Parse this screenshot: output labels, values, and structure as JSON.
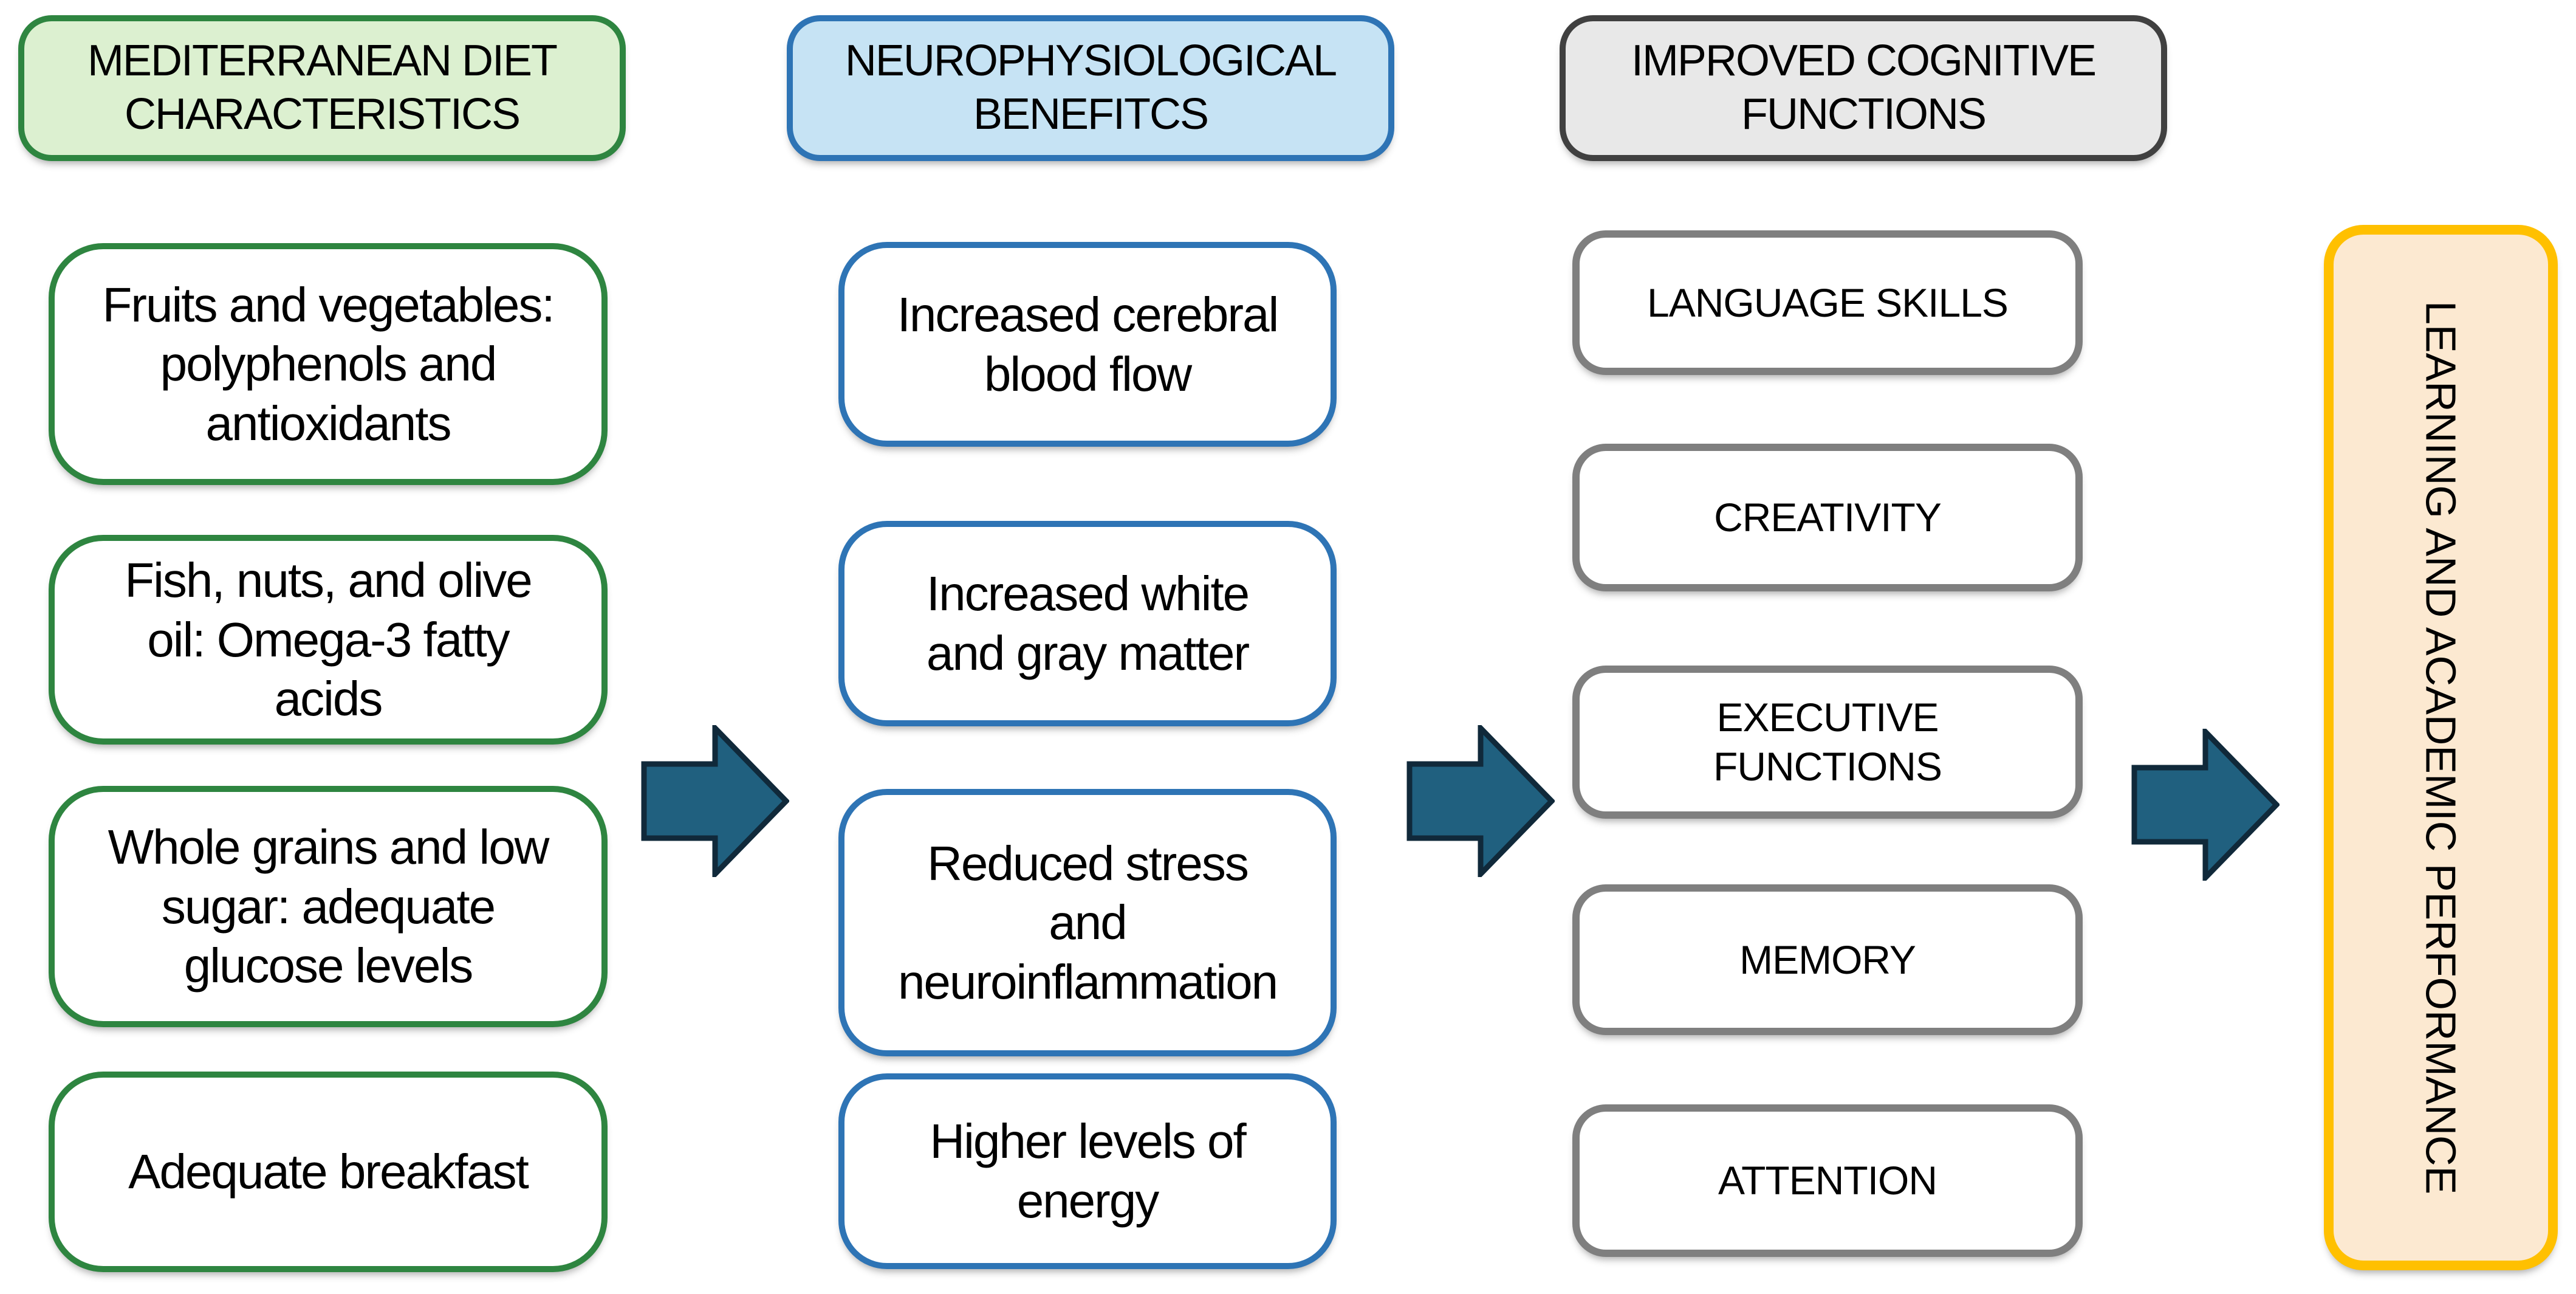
{
  "diagram": {
    "columns": [
      {
        "id": "mediterranean-diet-characteristics",
        "header": "MEDITERRANEAN DIET\nCHARACTERISTICS",
        "items": [
          "Fruits and vegetables:\npolyphenols and\nantioxidants",
          "Fish, nuts, and olive\noil: Omega-3 fatty\nacids",
          "Whole grains and low\nsugar: adequate\nglucose levels",
          "Adequate breakfast"
        ]
      },
      {
        "id": "neurophysiological-benefits",
        "header": "NEUROPHYSIOLOGICAL\nBENEFITCS",
        "items": [
          "Increased cerebral\nblood flow",
          "Increased white\nand gray matter",
          "Reduced stress\nand\nneuroinflammation",
          "Higher levels of\nenergy"
        ]
      },
      {
        "id": "improved-cognitive-functions",
        "header": "IMPROVED COGNITIVE\nFUNCTIONS",
        "items": [
          "LANGUAGE SKILLS",
          "CREATIVITY",
          "EXECUTIVE\nFUNCTIONS",
          "MEMORY",
          "ATTENTION"
        ]
      }
    ],
    "outcome": "LEARNING AND ACADEMIC PERFORMANCE",
    "arrows": [
      "right-arrow",
      "right-arrow",
      "right-arrow"
    ]
  },
  "colors": {
    "green-border": "#2E8540",
    "green-fill": "#DCF0D0",
    "blue-border": "#2E74B5",
    "blue-fill": "#C6E3F4",
    "gray-border-dark": "#404040",
    "gray-border": "#7F7F7F",
    "gray-fill": "#E8E8E8",
    "node-fill": "#FFFFFF",
    "gold-border": "#FFC000",
    "orange-fill": "#FCE9D1",
    "arrow-fill": "#20607F",
    "arrow-stroke": "#10293A",
    "text": "#000000"
  }
}
